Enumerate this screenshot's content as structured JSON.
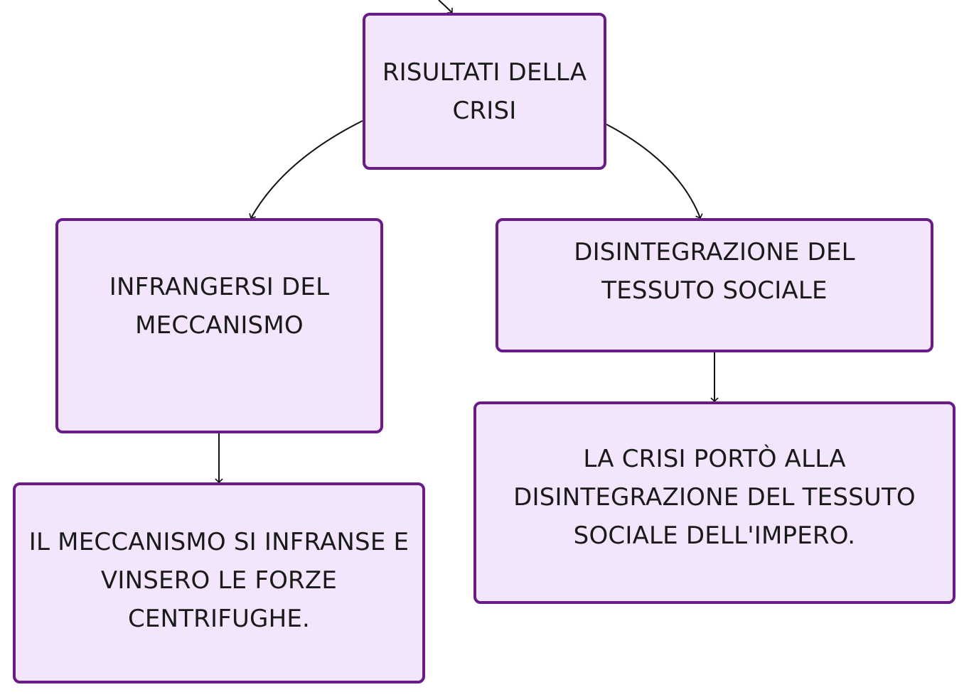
{
  "diagram": {
    "nodes": {
      "root": {
        "text": "RISULTATI DELLA CRISI"
      },
      "left": {
        "text": "INFRANGERSI DEL MECCANISMO"
      },
      "right": {
        "text": "DISINTEGRAZIONE DEL TESSUTO SOCIALE"
      },
      "left_desc": {
        "text": "IL MECCANISMO SI INFRANSE E VINSERO LE FORZE CENTRIFUGHE."
      },
      "right_desc": {
        "text": "LA CRISI PORTÒ ALLA DISINTEGRAZIONE DEL TESSUTO SOCIALE DELL'IMPERO."
      }
    },
    "edges": [
      {
        "from": "root",
        "to": "left"
      },
      {
        "from": "root",
        "to": "right"
      },
      {
        "from": "left",
        "to": "left_desc"
      },
      {
        "from": "right",
        "to": "right_desc"
      }
    ],
    "colors": {
      "node_fill": "#f3e5fb",
      "node_border": "#6a1b8a",
      "edge": "#111111",
      "text": "#1a1a1a"
    }
  }
}
